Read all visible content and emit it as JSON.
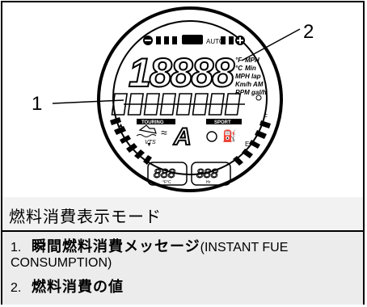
{
  "callouts": [
    "1",
    "2"
  ],
  "display": {
    "auto": "AUTO",
    "digits_main": "18888",
    "units": [
      "°F",
      "°C",
      "Min",
      "MPH",
      "lap",
      "Km/h",
      "AM",
      "RPM",
      "gal/h"
    ],
    "mode_left": "TOURING",
    "mode_right": "SPORT",
    "vts": "VTS",
    "gear": "A",
    "fuel_f": "F",
    "fuel_e": "E",
    "bottom_left_digits": "888",
    "bottom_right_digits": "888",
    "bottom_left_unit": "°F°C",
    "bottom_right_unit": "Hr"
  },
  "section_title": "燃料消費表示モード",
  "legend": [
    {
      "number": "1.",
      "label_jp": "瞬間燃料消費メッセージ",
      "label_en": "(INSTANT FUE",
      "continuation": "CONSUMPTION)"
    },
    {
      "number": "2.",
      "label_jp": "燃料消費の値"
    }
  ]
}
